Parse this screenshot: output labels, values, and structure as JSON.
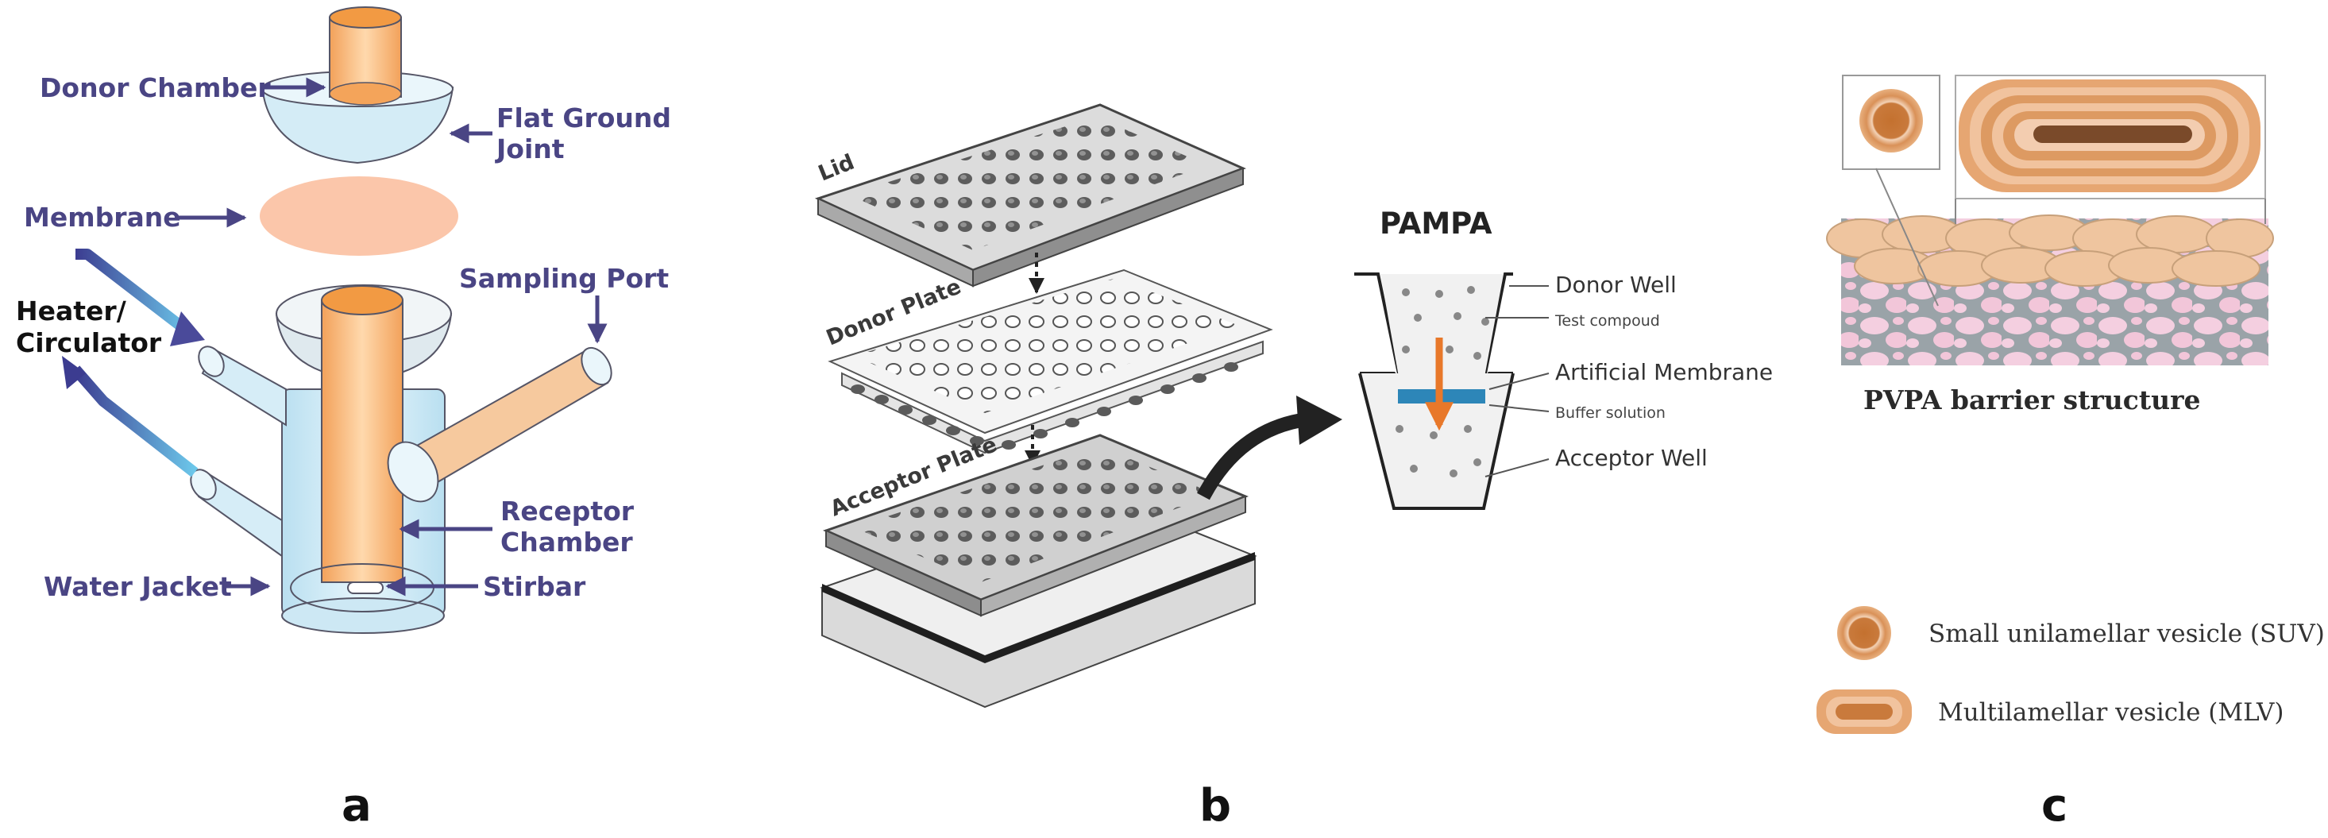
{
  "panel_a": {
    "letter": "a",
    "labels": {
      "donor_chamber": "Donor Chamber",
      "flat_ground_1": "Flat Ground",
      "flat_ground_2": "Joint",
      "membrane": "Membrane",
      "sampling_port": "Sampling Port",
      "heater_1": "Heater/",
      "heater_2": "Circulator",
      "receptor_1": "Receptor",
      "receptor_2": "Chamber",
      "water_jacket": "Water Jacket",
      "stirbar": "Stirbar"
    },
    "colors": {
      "label": "#4a4584",
      "donor": "#f5a64a",
      "membrane": "#fbc6aa",
      "glass": "#d6edf7",
      "heater_arrow": "#4a4a9a"
    }
  },
  "panel_b": {
    "letter": "b",
    "labels": {
      "lid": "Lid",
      "donor_plate": "Donor Plate",
      "acceptor_plate": "Acceptor Plate",
      "title": "PAMPA",
      "donor_well": "Donor Well",
      "test_compound": "Test compoud",
      "artificial_membrane": "Artificial Membrane",
      "buffer_solution": "Buffer solution",
      "acceptor_well": "Acceptor Well"
    },
    "colors": {
      "membrane_band": "#2d86b8",
      "flux_arrow": "#e8782a"
    }
  },
  "panel_c": {
    "letter": "c",
    "labels": {
      "title": "PVPA barrier structure",
      "suv": "Small unilamellar vesicle (SUV)",
      "mlv": "Multilamellar vesicle (MLV)"
    },
    "colors": {
      "vesicle": "#d8915a",
      "cells": "#f0c9a6",
      "matrix": "#f4c8d8"
    }
  }
}
